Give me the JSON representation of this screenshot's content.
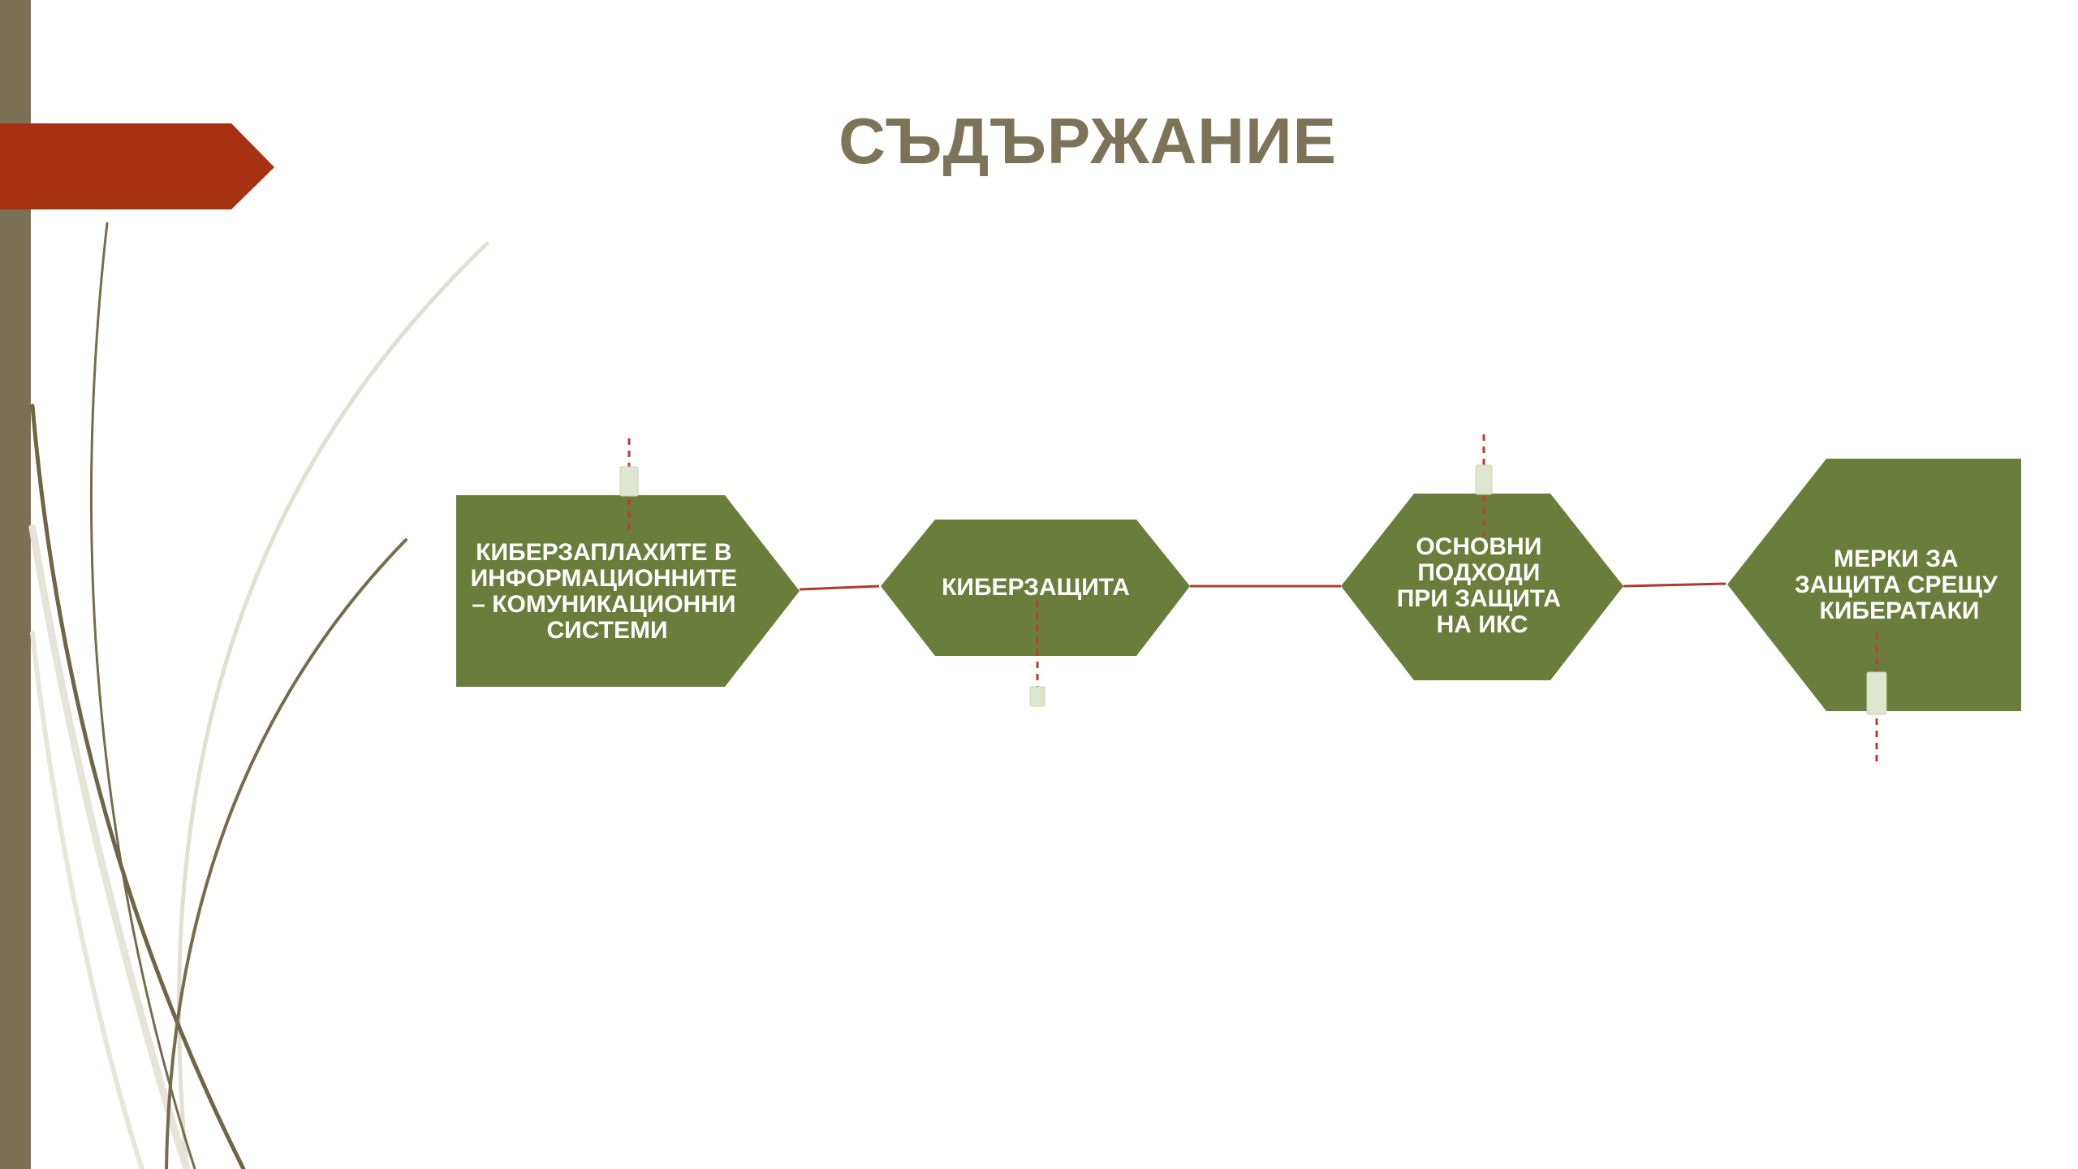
{
  "slide": {
    "title": "СЪДЪРЖАНИЕ",
    "colors": {
      "side_bar": "#7a7055",
      "accent_arrow": "#a63012",
      "shape_fill": "#6a7d3a",
      "connector": "#b0392e",
      "shape_text": "#ffffff",
      "title_text": "#7d7358"
    }
  },
  "flow": {
    "items": [
      {
        "lines": [
          "КИБЕРЗАПЛАХИТЕ В",
          "ИНФОРМАЦИОННИТЕ",
          "– КОМУНИКАЦИОННИ",
          "СИСТЕМИ"
        ]
      },
      {
        "lines": [
          "КИБЕРЗАЩИТА"
        ]
      },
      {
        "lines": [
          "ОСНОВНИ",
          "ПОДХОДИ",
          "ПРИ ЗАЩИТА",
          "НА ИКС"
        ]
      },
      {
        "lines": [
          "МЕРКИ ЗА",
          "ЗАЩИТА СРЕЩУ",
          "КИБЕРАТАКИ"
        ]
      }
    ]
  }
}
